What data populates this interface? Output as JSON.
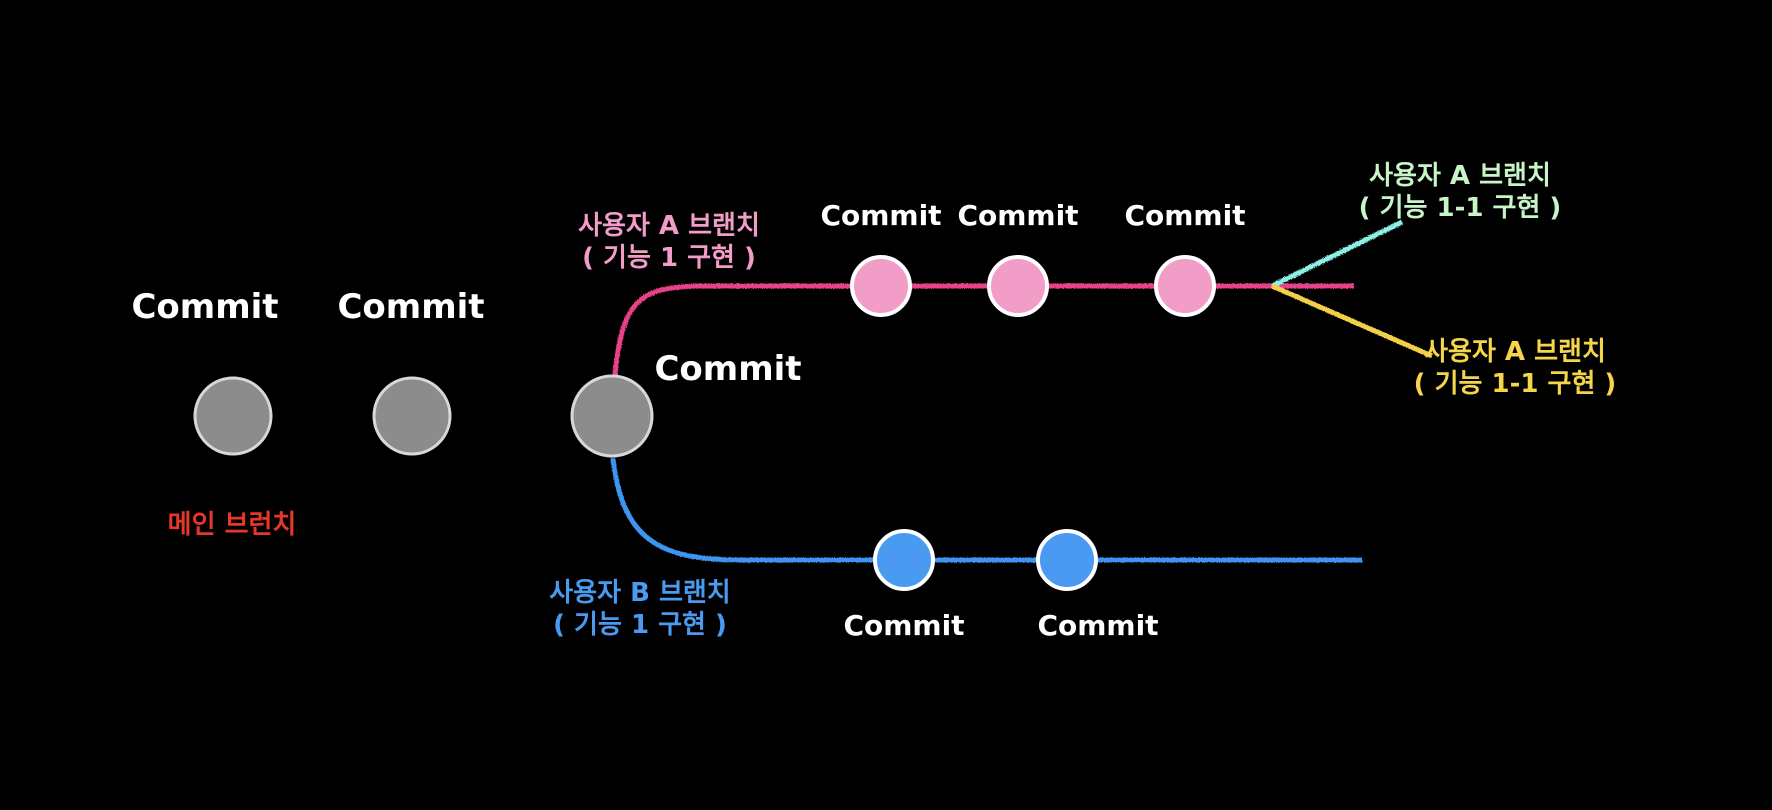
{
  "colors": {
    "background": "#000000",
    "main": "#ffffff",
    "main_node": "#8c8c8c",
    "branch_a": "#e8438a",
    "branch_a_node": "#f29cc8",
    "branch_b": "#3d95f0",
    "branch_b_node": "#4a9af2",
    "sub_branch_1": "#8ef0e6",
    "sub_branch_2": "#f2d048",
    "label_main": "#e5372a",
    "label_a": "#f29cc8",
    "label_b": "#4a9af2",
    "label_sub_1": "#c8f5c8",
    "label_sub_2": "#f5d64a",
    "commit_text": "#ffffff"
  },
  "commit_label": "Commit",
  "labels": {
    "main_branch": "메인 브런치",
    "branch_a_line1": "사용자  A 브랜치",
    "branch_a_line2": "( 기능 1 구현 )",
    "branch_b_line1": "사용자  B 브랜치",
    "branch_b_line2": "( 기능 1 구현 )",
    "sub_branch_1_line1": "사용자 A 브랜치",
    "sub_branch_1_line2": "( 기능 1-1 구현 )",
    "sub_branch_2_line1": "사용자 A 브랜치",
    "sub_branch_2_line2": "( 기능 1-1 구현 )"
  }
}
